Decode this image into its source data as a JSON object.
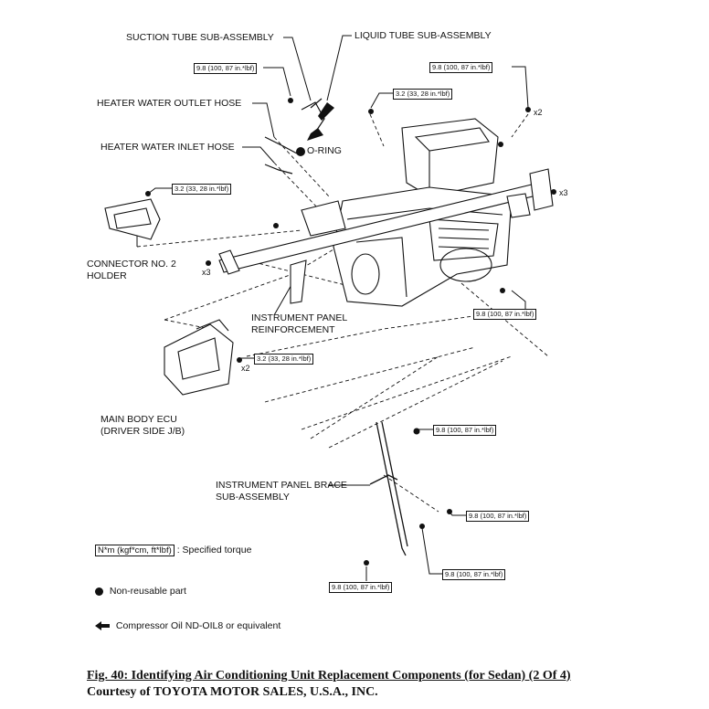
{
  "labels": {
    "suction_tube": "SUCTION TUBE SUB-ASSEMBLY",
    "liquid_tube": "LIQUID TUBE SUB-ASSEMBLY",
    "heater_outlet": "HEATER WATER OUTLET HOSE",
    "heater_inlet": "HEATER WATER INLET HOSE",
    "o_ring": "O-RING",
    "connector_line1": "CONNECTOR NO. 2",
    "connector_line2": "HOLDER",
    "ip_reinf_line1": "INSTRUMENT PANEL",
    "ip_reinf_line2": "REINFORCEMENT",
    "ecu_line1": "MAIN BODY ECU",
    "ecu_line2": "(DRIVER SIDE J/B)",
    "brace_line1": "INSTRUMENT PANEL BRACE",
    "brace_line2": "SUB-ASSEMBLY"
  },
  "torques": {
    "t1": "9.8 (100, 87 in.*lbf)",
    "t2": "9.8 (100, 87 in.*lbf)",
    "t3": "3.2 (33, 28 in.*lbf)",
    "t4": "3.2 (33, 28 in.*lbf)",
    "t5": "9.8 (100, 87 in.*lbf)",
    "t6": "3.2 (33, 28 in.*lbf)",
    "t7": "9.8 (100, 87 in.*lbf)",
    "t8": "9.8 (100, 87 in.*lbf)",
    "t9": "9.8 (100, 87 in.*lbf)",
    "t10": "9.8 (100, 87 in.*lbf)"
  },
  "multipliers": {
    "m1": "x2",
    "m2": "x3",
    "m3": "x3",
    "m4": "x2"
  },
  "legend": {
    "torque_box": "N*m (kgf*cm, ft*lbf)",
    "torque_desc": ": Specified torque",
    "non_reusable": "Non-reusable part",
    "compressor_oil": "Compressor Oil ND-OIL8 or equivalent"
  },
  "caption": {
    "figure": "Fig. 40: Identifying Air Conditioning Unit Replacement Components (for Sedan) (2 Of 4)",
    "credit": "Courtesy of TOYOTA MOTOR SALES, U.S.A., INC."
  }
}
